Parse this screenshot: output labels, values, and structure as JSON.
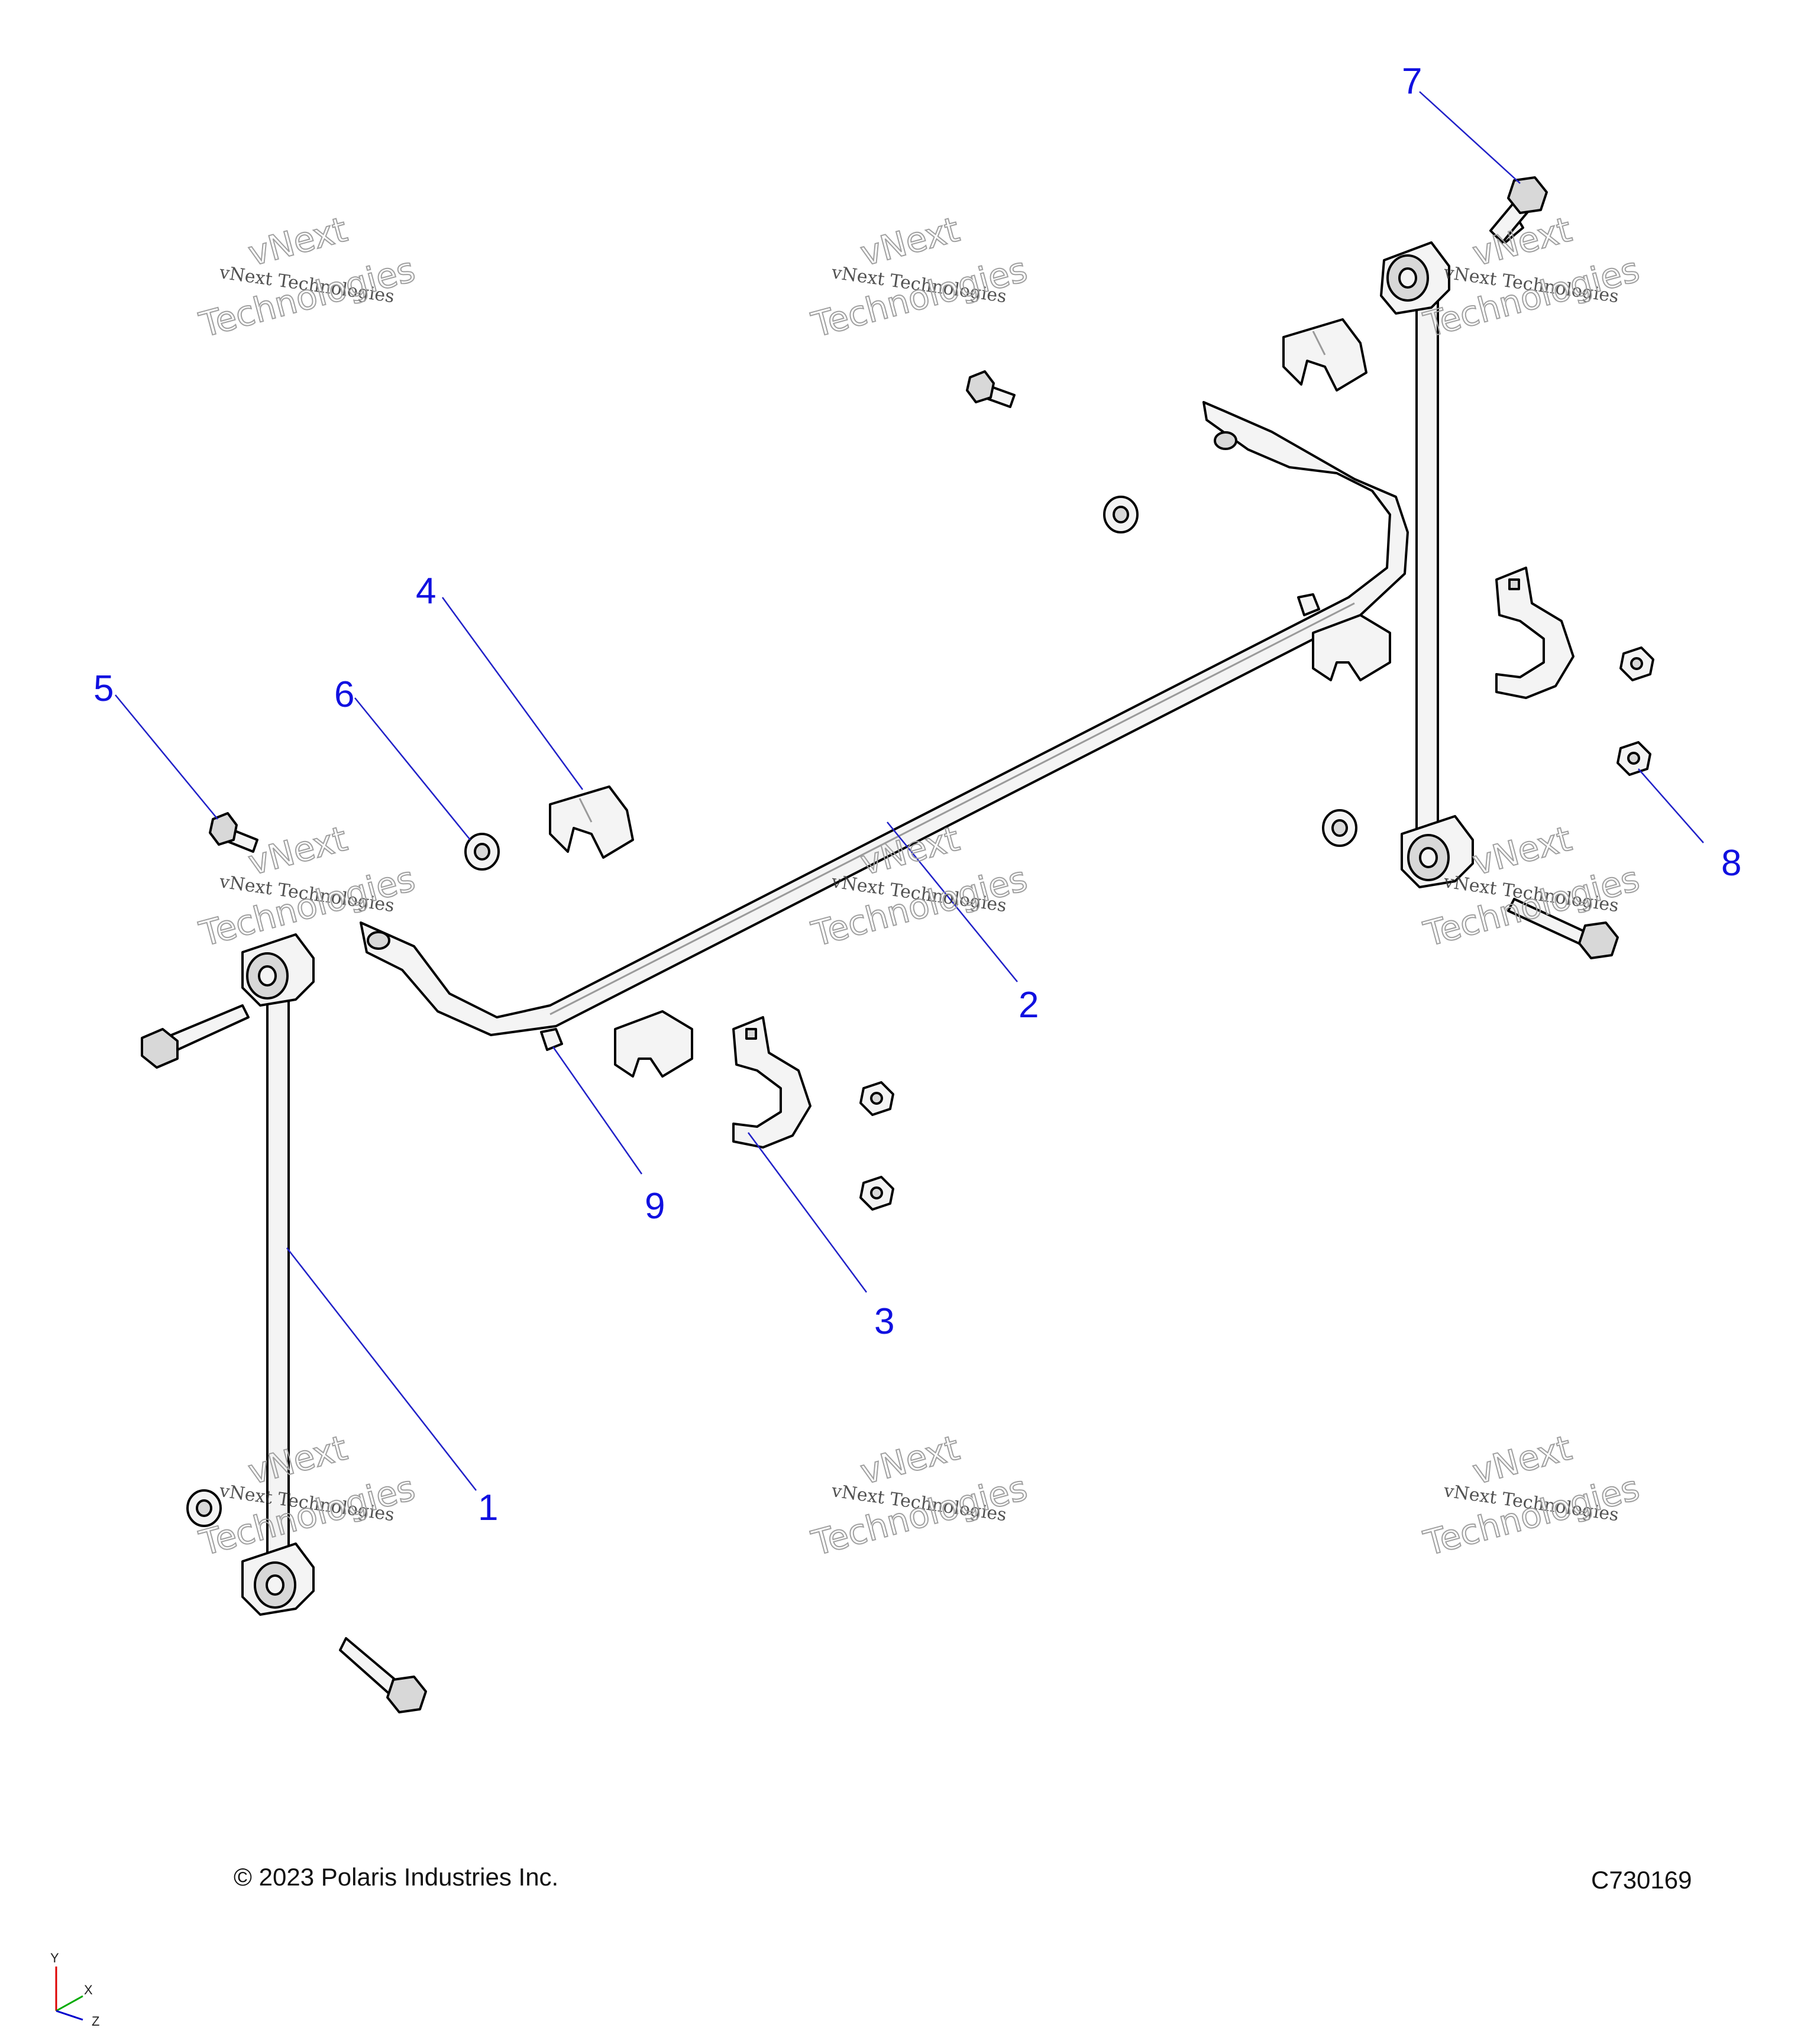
{
  "callouts": [
    {
      "label": "1"
    },
    {
      "label": "2"
    },
    {
      "label": "3"
    },
    {
      "label": "4"
    },
    {
      "label": "5"
    },
    {
      "label": "6"
    },
    {
      "label": "7"
    },
    {
      "label": "8"
    },
    {
      "label": "9"
    }
  ],
  "watermark": {
    "line1": "vNext Technologies",
    "line2": "vNext",
    "line3": "Technologies"
  },
  "footer": {
    "copyright": "© 2023 Polaris Industries Inc.",
    "figure_id": "C730169"
  },
  "axis": {
    "y": "Y",
    "x": "X",
    "z": "Z"
  },
  "colors": {
    "callout": "#1010e0",
    "leader": "#2020c8"
  }
}
